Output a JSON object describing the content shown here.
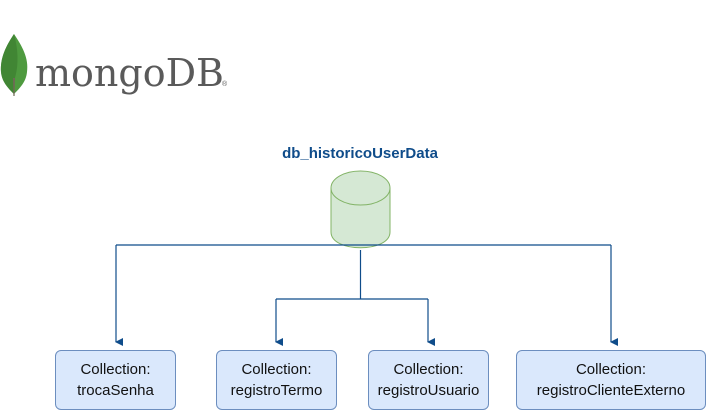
{
  "logo": {
    "text": "mongoDB",
    "registered": "®",
    "leaf_color": "#4e9a3f",
    "text_color": "#5a5a5a"
  },
  "database": {
    "label": "db_historicoUserData",
    "fill": "#d5e8d4",
    "stroke": "#82b366",
    "label_color": "#0f4c8a"
  },
  "connector_color": "#0f4c8a",
  "collections": [
    {
      "title": "Collection:",
      "name": "trocaSenha"
    },
    {
      "title": "Collection:",
      "name": "registroTermo"
    },
    {
      "title": "Collection:",
      "name": "registroUsuario"
    },
    {
      "title": "Collection:",
      "name": "registroClienteExterno"
    }
  ]
}
